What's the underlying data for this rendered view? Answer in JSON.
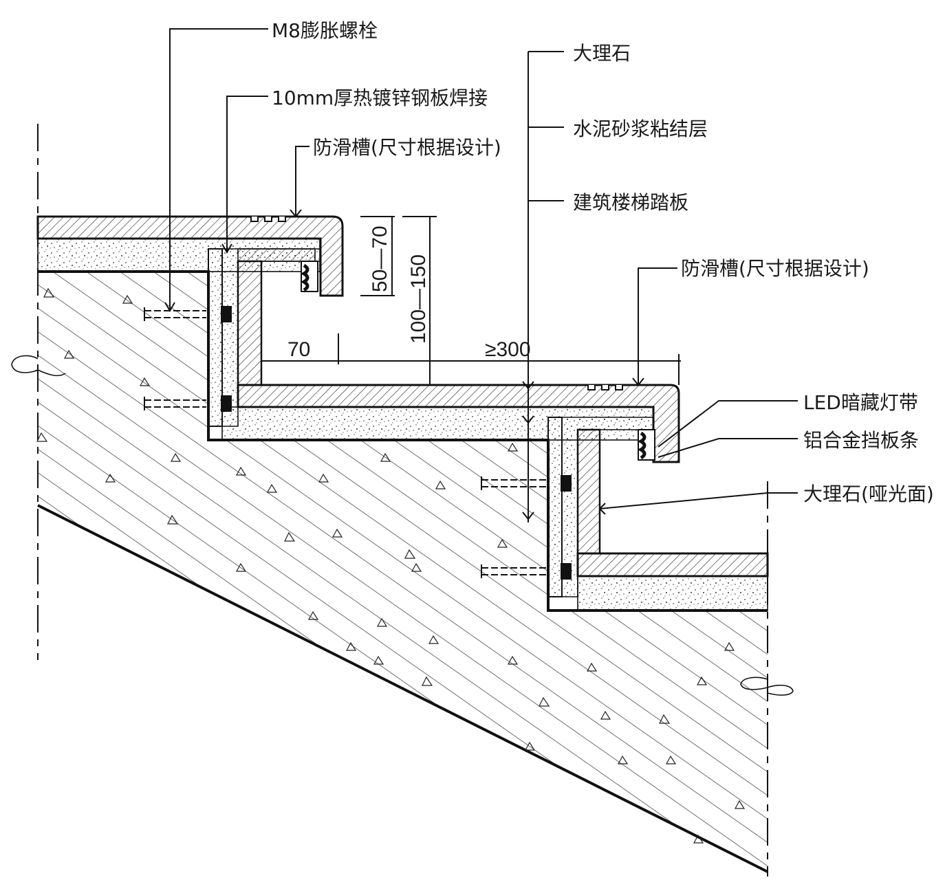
{
  "labels": {
    "bolt": "M8膨胀螺栓",
    "steel_plate": "10mm厚热镀锌钢板焊接",
    "groove_upper": "防滑槽(尺寸根据设计)",
    "marble": "大理石",
    "mortar": "水泥砂浆粘结层",
    "tread": "建筑楼梯踏板",
    "groove_lower": "防滑槽(尺寸根据设计)",
    "led": "LED暗藏灯带",
    "alu_strip": "铝合金挡板条",
    "marble_matte": "大理石(哑光面)"
  },
  "dimensions": {
    "d1": "50—70",
    "d2": "100—150",
    "d3": "70",
    "d4": "≥300"
  },
  "colors": {
    "line": "#111111",
    "background": "#ffffff"
  }
}
